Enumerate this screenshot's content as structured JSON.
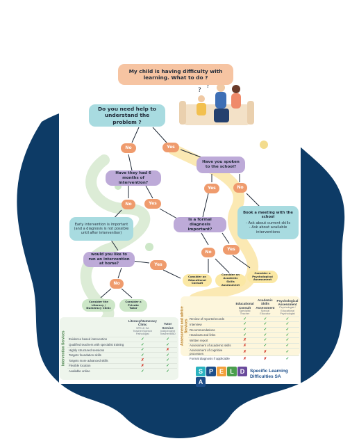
{
  "colors": {
    "blob": "#0d3b66",
    "poster": "#ffffff",
    "path_green": "#dcecd6",
    "path_yellow": "#fbe9b3",
    "arrow": "#1f2937",
    "peach": "#f6c4a2",
    "teal": "#a8dbe0",
    "purple": "#bdaad8",
    "orange": "#ef9b6d",
    "yellow_box": "#fbe8a4",
    "green_box": "#cde7c8",
    "check": "#2f9e44",
    "cross": "#d33a2c"
  },
  "flow": {
    "title": "My child is having difficulty with learning. What to do ?",
    "q_help": "Do you need help to understand the problem ?",
    "q_months": "Have they had 6 months of intervention?",
    "q_school": "Have you spoken to the school?",
    "early_note": "Early intervention is important (and a diagnosis is not possible until after intervention)",
    "q_diagnosis": "Is a formal diagnosis important?",
    "book_meeting": "Book a meeting with the school",
    "book_points": [
      "- Ask about current skills",
      "- Ask about available interventions"
    ],
    "q_home": "would you like to run an intervention at home?",
    "yes": "Yes",
    "no": "No",
    "consider_clinic": "Consider the Literacy / Numeracy Clinic",
    "consider_tutor": "Consider a Private Tutor",
    "consider_edu": "Consider an Educational Consult",
    "consider_skills": "Consider an Academic Skills Assessment",
    "consider_psych": "Consider a Psychological Assessment"
  },
  "intervention_table": {
    "side_label": "Intervention Services",
    "columns": [
      {
        "title": "Literacy/Numeracy Clinic",
        "sub": "SPELD SA Teacher/Speech Pathologist"
      },
      {
        "title": "Tutor Service",
        "sub": "Independent Teacher/BBD"
      }
    ],
    "rows": [
      {
        "label": "Evidence based intervention",
        "marks": [
          "✓",
          "✓"
        ]
      },
      {
        "label": "Qualified teachers with specialist training",
        "marks": [
          "✓",
          "✓"
        ]
      },
      {
        "label": "Highly structured sessions",
        "marks": [
          "✓",
          "✗"
        ]
      },
      {
        "label": "Targets foundation skills",
        "marks": [
          "✓",
          "✓"
        ]
      },
      {
        "label": "Targets more advanced skills",
        "marks": [
          "✗",
          "✓"
        ]
      },
      {
        "label": "Flexible location",
        "marks": [
          "✗",
          "✓"
        ]
      },
      {
        "label": "Available online",
        "marks": [
          "✓",
          "✓"
        ]
      }
    ]
  },
  "assessment_table": {
    "side_label": "Assessment and advice Services",
    "columns": [
      {
        "title": "Educational Consult",
        "sub": "Specialist Teacher"
      },
      {
        "title": "Academic Skills Assessment",
        "sub": "Special Educator"
      },
      {
        "title": "Psychological Assessment",
        "sub": "Psychologist / Educational Psychologist"
      }
    ],
    "rows": [
      {
        "label": "Review of reports/records",
        "marks": [
          "✓",
          "✓",
          "✓"
        ]
      },
      {
        "label": "Interview",
        "marks": [
          "✓",
          "✓",
          "✓"
        ]
      },
      {
        "label": "Recommendations",
        "marks": [
          "✓",
          "✓",
          "✓"
        ]
      },
      {
        "label": "Handouts and links",
        "marks": [
          "✓",
          "✓",
          "✓"
        ]
      },
      {
        "label": "Written report",
        "marks": [
          "✗",
          "✓",
          "✓"
        ]
      },
      {
        "label": "Assessment of academic skills",
        "marks": [
          "✗",
          "✓",
          "✓"
        ]
      },
      {
        "label": "Assessment of cognitive processes",
        "marks": [
          "✗",
          "✗",
          "✓"
        ]
      },
      {
        "label": "Formal diagnosis if applicable",
        "marks": [
          "✗",
          "✗",
          "✓"
        ]
      }
    ]
  },
  "logo": {
    "letters": [
      {
        "ch": "S",
        "color": "#2bb3c0"
      },
      {
        "ch": "P",
        "color": "#1c4e8a"
      },
      {
        "ch": "E",
        "color": "#f2a03d"
      },
      {
        "ch": "L",
        "color": "#4a9e4e"
      },
      {
        "ch": "D",
        "color": "#6a4a9c"
      },
      {
        "ch": "A",
        "color": "#1c4e8a"
      }
    ],
    "line1": "Specific Learning",
    "line2": "Difficulties SA"
  }
}
